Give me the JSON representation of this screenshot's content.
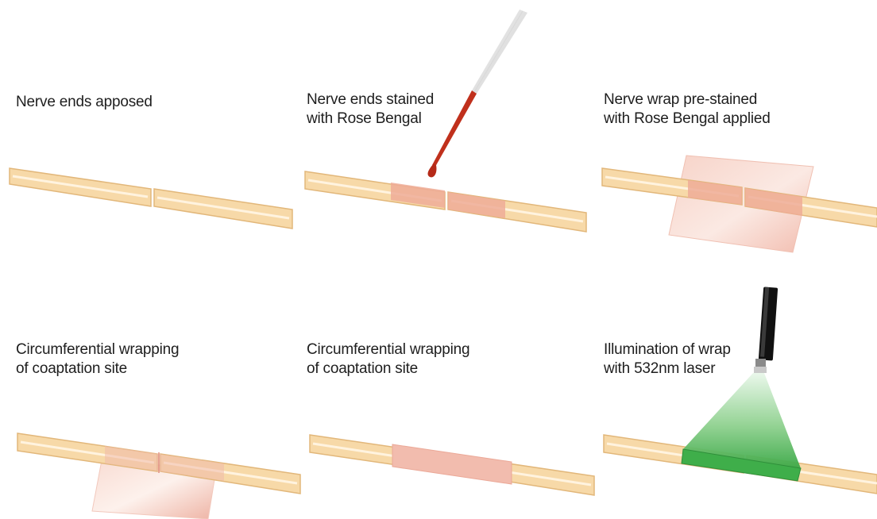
{
  "panels": [
    {
      "id": "panel-1",
      "caption": [
        "Nerve ends apposed"
      ]
    },
    {
      "id": "panel-2",
      "caption": [
        "Nerve ends stained",
        "with Rose Bengal"
      ]
    },
    {
      "id": "panel-3",
      "caption": [
        "Nerve wrap pre-stained",
        "with Rose Bengal applied"
      ]
    },
    {
      "id": "panel-4",
      "caption": [
        "Circumferential wrapping",
        "of coaptation site"
      ]
    },
    {
      "id": "panel-5",
      "caption": [
        "Circumferential wrapping",
        "of coaptation site"
      ]
    },
    {
      "id": "panel-6",
      "caption": [
        "Illumination of wrap",
        "with 532nm laser"
      ]
    }
  ],
  "colors": {
    "nerve_fill": "#f7d9a8",
    "nerve_stroke": "#e2b77a",
    "stain": "#e8a090",
    "rose_bengal": "#c0301c",
    "wrap": "#f3c2b6",
    "laser_green": "#3fae4a",
    "laser_body": "#111111"
  }
}
